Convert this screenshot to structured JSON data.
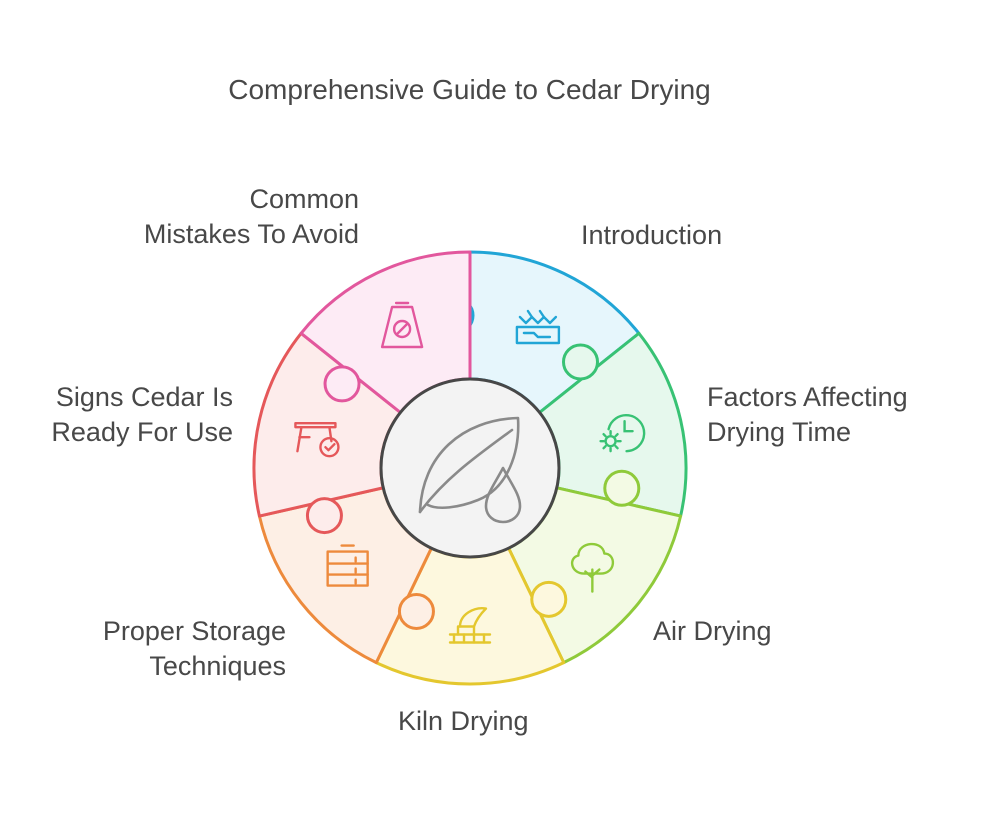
{
  "title": "Comprehensive Guide to Cedar Drying",
  "center": {
    "icon": "leaf-drop-icon"
  },
  "segments": [
    {
      "id": "introduction",
      "label_lines": [
        "Introduction"
      ],
      "icon": "wood-plank-icon",
      "fill": "#e6f6fc",
      "stroke": "#21a5d6"
    },
    {
      "id": "factors",
      "label_lines": [
        "Factors Affecting",
        "Drying Time"
      ],
      "icon": "sun-clock-icon",
      "fill": "#e6f8ed",
      "stroke": "#38c274"
    },
    {
      "id": "air-drying",
      "label_lines": [
        "Air Drying"
      ],
      "icon": "tree-icon",
      "fill": "#f3fae4",
      "stroke": "#8fca3a"
    },
    {
      "id": "kiln-drying",
      "label_lines": [
        "Kiln Drying"
      ],
      "icon": "kiln-icon",
      "fill": "#fdf8de",
      "stroke": "#e4c72e"
    },
    {
      "id": "storage",
      "label_lines": [
        "Proper Storage",
        "Techniques"
      ],
      "icon": "storage-cabinet-icon",
      "fill": "#fdefe5",
      "stroke": "#ed8a3c"
    },
    {
      "id": "signs",
      "label_lines": [
        "Signs Cedar Is",
        "Ready For Use"
      ],
      "icon": "table-check-icon",
      "fill": "#fdeceb",
      "stroke": "#e5585a"
    },
    {
      "id": "mistakes",
      "label_lines": [
        "Common",
        "Mistakes To Avoid"
      ],
      "icon": "caution-sign-icon",
      "fill": "#fdebf5",
      "stroke": "#e2579d"
    }
  ]
}
